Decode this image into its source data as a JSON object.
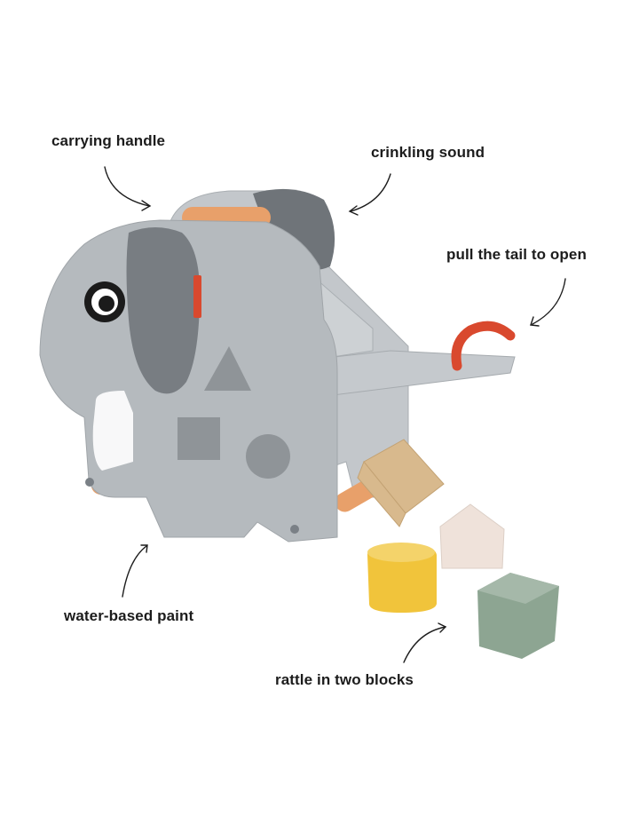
{
  "callouts": {
    "carrying_handle": "carrying handle",
    "crinkling_sound": "crinkling sound",
    "pull_tail": "pull the tail to open",
    "water_paint": "water-based paint",
    "rattle_blocks": "rattle in two blocks"
  },
  "colors": {
    "body_grey": "#b9bec2",
    "ear_grey": "#7a7f84",
    "handle_orange": "#e8a06a",
    "tail_red": "#d9492e",
    "block_wood": "#d8b98d",
    "block_pink": "#efe2da",
    "block_yellow": "#f1c43b",
    "block_green": "#8da592"
  }
}
